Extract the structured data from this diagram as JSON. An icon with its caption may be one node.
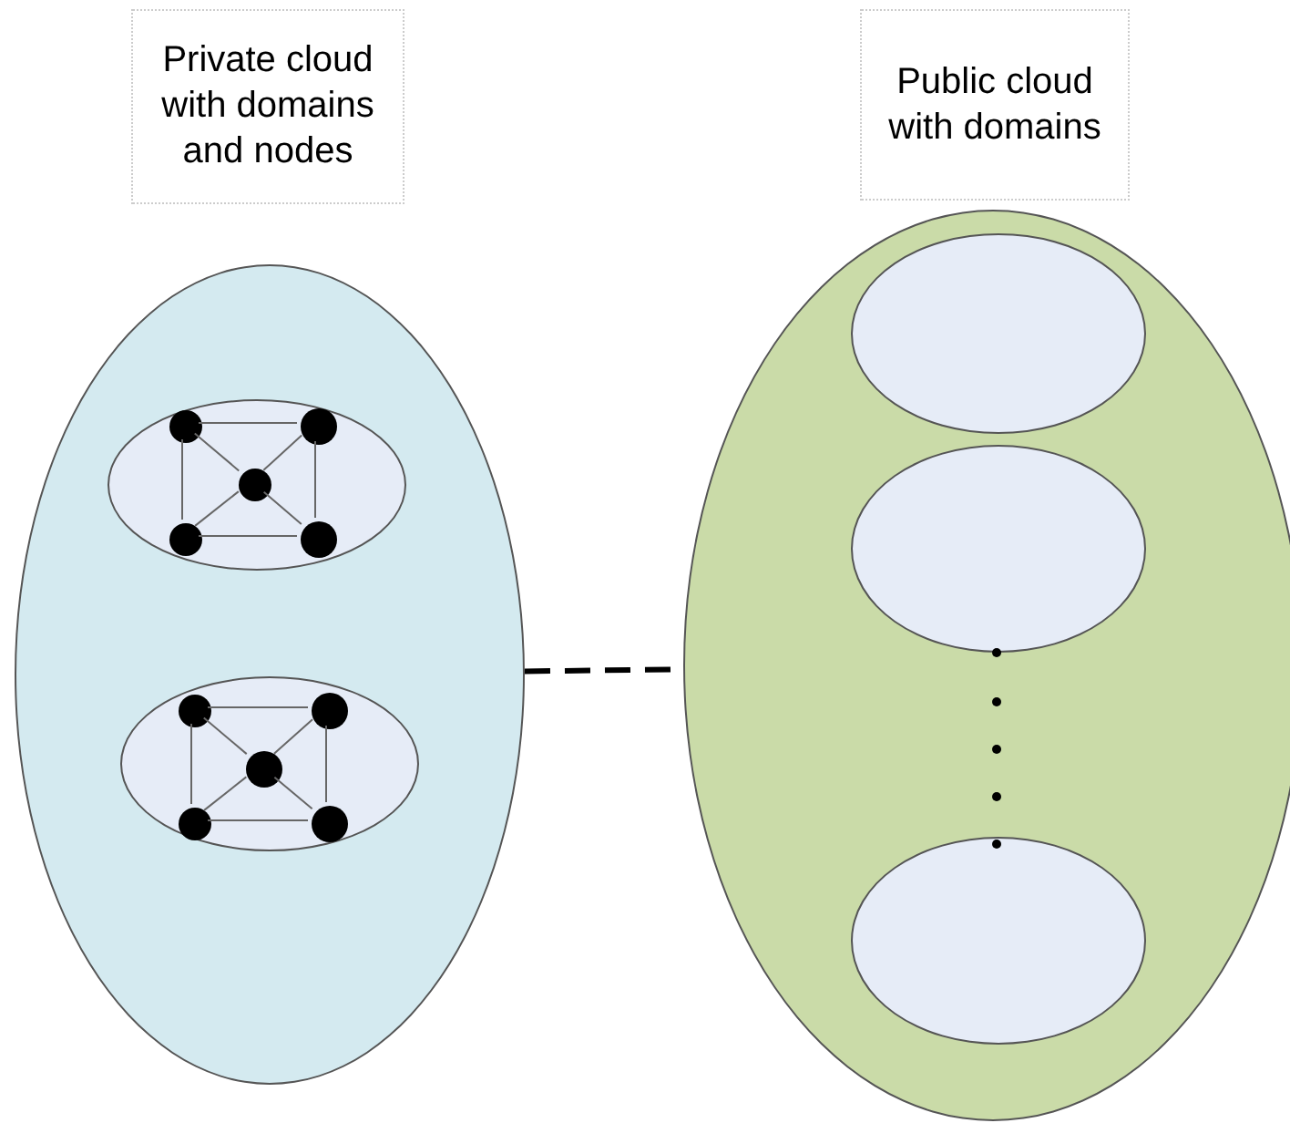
{
  "diagram": {
    "nodes": [
      {
        "text": [
          "Private cloud with domains and nodes"
        ]
      },
      {
        "text": [],
        "shape": "ellipse",
        "in": 0
      },
      {
        "text": [],
        "shape": "circle",
        "in": 1
      },
      {
        "text": [],
        "shape": "circle",
        "in": 1
      },
      {
        "text": [],
        "shape": "circle",
        "in": 1
      },
      {
        "text": [],
        "shape": "circle",
        "in": 1
      },
      {
        "text": [],
        "shape": "circle",
        "in": 1
      },
      {
        "text": [],
        "shape": "ellipse",
        "in": 0
      },
      {
        "text": [],
        "shape": "circle",
        "in": 7
      },
      {
        "text": [],
        "shape": "circle",
        "in": 7
      },
      {
        "text": [],
        "shape": "circle",
        "in": 7
      },
      {
        "text": [],
        "shape": "circle",
        "in": 7
      },
      {
        "text": [],
        "shape": "circle",
        "in": 7
      },
      {
        "text": [
          "Public cloud with domains"
        ]
      },
      {
        "text": [],
        "shape": "ellipse",
        "in": 13
      },
      {
        "text": [],
        "shape": "ellipse",
        "in": 13
      },
      {
        "text": [],
        "shape": "ellipse",
        "in": 13
      }
    ],
    "edges": [
      {
        "from": 2,
        "to": 3,
        "arrow": "none"
      },
      {
        "from": 3,
        "to": 6,
        "arrow": "none"
      },
      {
        "from": 6,
        "to": 5,
        "arrow": "none"
      },
      {
        "from": 5,
        "to": 2,
        "arrow": "none"
      },
      {
        "from": 2,
        "to": 4,
        "arrow": "none"
      },
      {
        "from": 3,
        "to": 4,
        "arrow": "none"
      },
      {
        "from": 5,
        "to": 4,
        "arrow": "none"
      },
      {
        "from": 6,
        "to": 4,
        "arrow": "none"
      },
      {
        "from": 8,
        "to": 9,
        "arrow": "none"
      },
      {
        "from": 9,
        "to": 12,
        "arrow": "none"
      },
      {
        "from": 12,
        "to": 11,
        "arrow": "none"
      },
      {
        "from": 11,
        "to": 8,
        "arrow": "none"
      },
      {
        "from": 8,
        "to": 10,
        "arrow": "none"
      },
      {
        "from": 9,
        "to": 10,
        "arrow": "none"
      },
      {
        "from": 11,
        "to": 10,
        "arrow": "none"
      },
      {
        "from": 12,
        "to": 10,
        "arrow": "none"
      },
      {
        "from": 0,
        "to": 13,
        "arrow": "none",
        "style": "dashed",
        "color": "#000000"
      }
    ]
  }
}
